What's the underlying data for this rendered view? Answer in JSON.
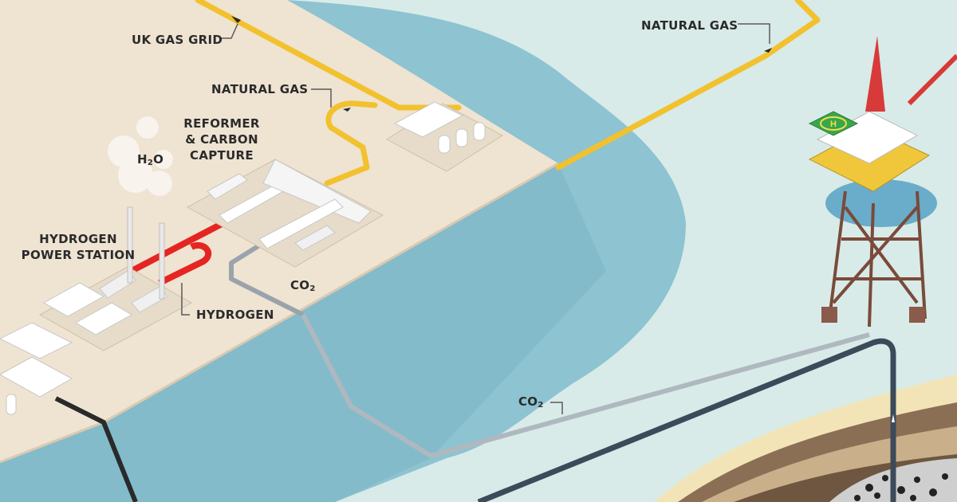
{
  "labels": {
    "uk_gas_grid": "UK GAS GRID",
    "natural_gas_onshore": "NATURAL GAS",
    "natural_gas_offshore": "NATURAL GAS",
    "reformer_line1": "REFORMER",
    "reformer_line2": "& CARBON",
    "reformer_line3": "CAPTURE",
    "h2o_main": "H",
    "h2o_sub": "2",
    "h2o_tail": "O",
    "hydrogen_power_line1": "HYDROGEN",
    "hydrogen_power_line2": "POWER STATION",
    "hydrogen": "HYDROGEN",
    "co2_onshore_main": "CO",
    "co2_onshore_sub": "2",
    "co2_offshore_main": "CO",
    "co2_offshore_sub": "2"
  },
  "colors": {
    "land": "#efe3d2",
    "sea_shallow": "#8ec3d1",
    "sea_deep": "#a9d3dd",
    "seabed": "#d8ebe8",
    "natural_gas_pipe": "#f2c12e",
    "hydrogen_pipe": "#e52521",
    "co2_pipe": "#9aa3ab",
    "export_pipe": "#2a2a2a",
    "platform_red": "#d83a3a",
    "platform_yellow": "#f0c73a",
    "helipad_green": "#3aa64a"
  },
  "icons": {
    "helipad": "helipad-H-icon",
    "flow_arrow": "flow-arrow-icon"
  }
}
